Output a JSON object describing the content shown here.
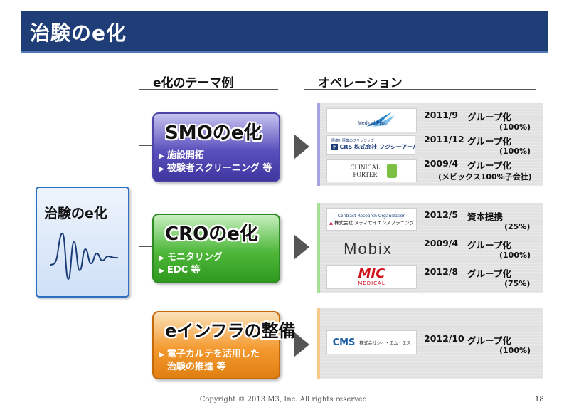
{
  "title": "治験のe化",
  "headings": {
    "themes": "e化のテーマ例",
    "operations": "オペレーション"
  },
  "main_label": "治験のe化",
  "themes": [
    {
      "title": "SMOのe化",
      "bullets": [
        "施設開拓",
        "被験者スクリーニング 等"
      ],
      "accent": "#5a50bd"
    },
    {
      "title": "CROのe化",
      "bullets": [
        "モニタリング",
        "EDC 等"
      ],
      "accent": "#4fb83b"
    },
    {
      "title": "eインフラの整備",
      "bullets": [
        "電子カルテを活用した",
        "治験の推進 等"
      ],
      "accent": "#f49a30"
    }
  ],
  "operations": {
    "smo": [
      {
        "logo": "Medical Pilot",
        "date": "2011/9",
        "desc": "グループ化",
        "pct": "(100%)"
      },
      {
        "logo": "CRS 株式会社 フジシーアールエス",
        "logo_sub": "医療と医薬のブリッジング",
        "date": "2011/12",
        "desc": "グループ化",
        "pct": "(100%)"
      },
      {
        "logo": "CLINICAL PORTER",
        "date": "2009/4",
        "desc": "グループ化",
        "pct": "(メビックス100%子会社)"
      }
    ],
    "cro": [
      {
        "logo": "Contract Research Organization",
        "logo_sub": "株式会社 メディサイエンスプラニング",
        "date": "2012/5",
        "desc": "資本提携",
        "pct": "(25%)"
      },
      {
        "logo": "Mobix",
        "date": "2009/4",
        "desc": "グループ化",
        "pct": "(100%)"
      },
      {
        "logo": "MIC",
        "logo_sub": "MEDICAL",
        "date": "2012/8",
        "desc": "グループ化",
        "pct": "(75%)"
      }
    ],
    "infra": [
      {
        "logo": "CMS",
        "logo_sub": "株式会社シィ・エム・エス",
        "date": "2012/10",
        "desc": "グループ化",
        "pct": "(100%)"
      }
    ]
  },
  "footer": "Copyright © 2013  M3, Inc.  All rights reserved.",
  "page_number": "18"
}
